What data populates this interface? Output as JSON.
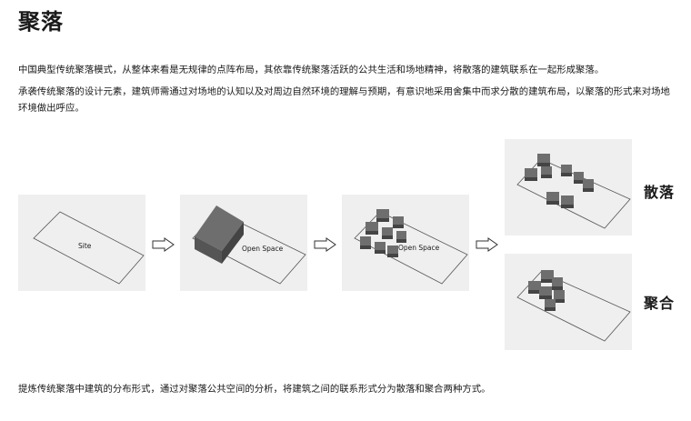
{
  "title": "聚落",
  "intro": {
    "line1": "中国典型传统聚落模式，从整体来看是无规律的点阵布局，其依靠传统聚落活跃的公共生活和场地精神，将散落的建筑联系在一起形成聚落。",
    "line2": "承袭传统聚落的设计元素，建筑师需通过对场地的认知以及对周边自然环境的理解与预期，有意识地采用舍集中而求分散的建筑布局，以聚落的形式来对场地环境做出呼应。"
  },
  "diagram": {
    "site_label": "Site",
    "open_space_label_1": "Open Space",
    "open_space_label_2": "Open Space",
    "outcome_scattered": "散落",
    "outcome_clustered": "聚合"
  },
  "footer": "提炼传统聚落中建筑的分布形式，通过对聚落公共空间的分析，将建筑之间的联系形式分为散落和聚合两种方式。",
  "colors": {
    "panel_bg": "#efefef",
    "block_top": "#6e6e6e",
    "block_side": "#4a4a4a",
    "outline": "#555555"
  }
}
